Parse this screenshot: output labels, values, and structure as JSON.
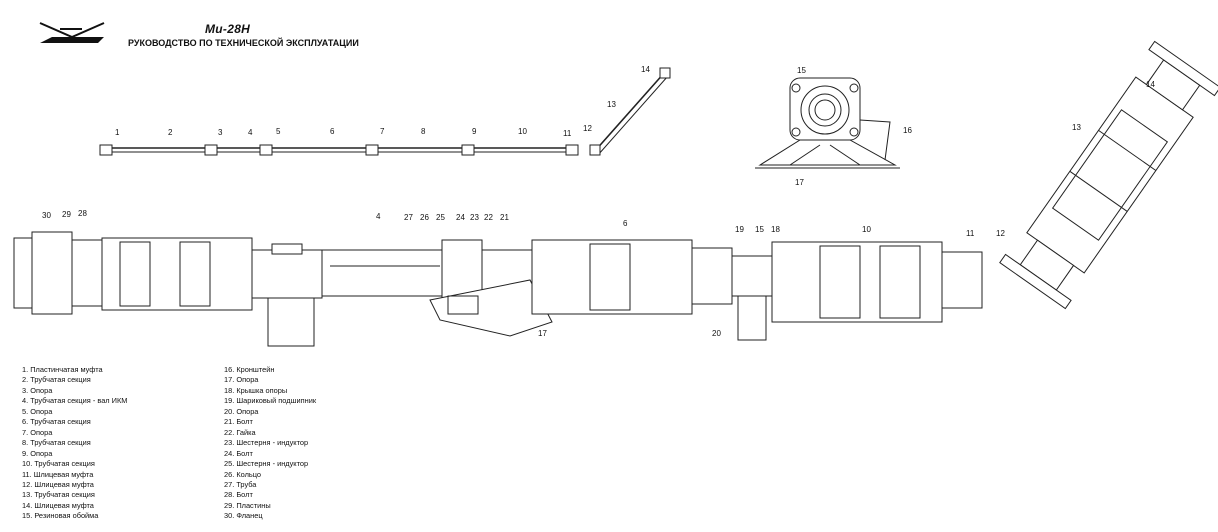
{
  "header": {
    "title": "Ми-28Н",
    "subtitle": "РУКОВОДСТВО ПО ТЕХНИЧЕСКОЙ ЭКСПЛУАТАЦИИ"
  },
  "legend_left": [
    "1. Пластинчатая муфта",
    "2. Трубчатая секция",
    "3. Опора",
    "4. Трубчатая секция - вал ИКМ",
    "5. Опора",
    "6. Трубчатая секция",
    "7. Опора",
    "8. Трубчатая секция",
    "9. Опора",
    "10. Трубчатая секция",
    "11. Шлицевая муфта",
    "12. Шлицевая муфта",
    "13. Трубчатая секция",
    "14. Шлицевая муфта",
    "15. Резиновая обойма"
  ],
  "legend_right": [
    "16. Кронштейн",
    "17. Опора",
    "18. Крышка опоры",
    "19. Шариковый подшипник",
    "20. Опора",
    "21. Болт",
    "22. Гайка",
    "23. Шестерня - индуктор",
    "24. Болт",
    "25. Шестерня - индуктор",
    "26. Кольцо",
    "27. Труба",
    "28. Болт",
    "29. Пластины",
    "30. Фланец"
  ],
  "callouts": {
    "top_shaft": [
      "1",
      "2",
      "3",
      "4",
      "5",
      "6",
      "7",
      "8",
      "9",
      "10",
      "11",
      "12"
    ],
    "incline": [
      "13",
      "14"
    ],
    "support_view": [
      "15",
      "16",
      "17"
    ],
    "right_view": [
      "14",
      "13",
      "12"
    ],
    "main": [
      "30",
      "29",
      "28",
      "4",
      "27",
      "26",
      "25",
      "24",
      "23",
      "22",
      "21",
      "6",
      "19",
      "15",
      "18",
      "10",
      "11",
      "17",
      "20"
    ]
  }
}
